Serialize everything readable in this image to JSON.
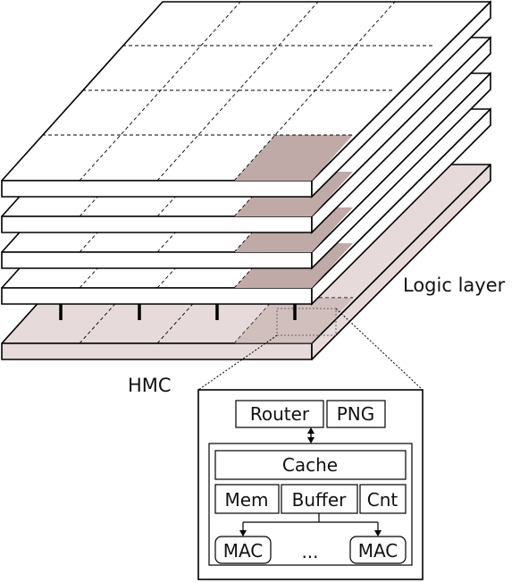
{
  "labels": {
    "logic_layer": "Logic layer",
    "hmc": "HMC"
  },
  "detail": {
    "router": "Router",
    "png": "PNG",
    "cache": "Cache",
    "mem": "Mem",
    "buffer": "Buffer",
    "cnt": "Cnt",
    "mac_left": "MAC",
    "ellipsis": "...",
    "mac_right": "MAC"
  },
  "colors": {
    "logic_fill": "#e6dada",
    "highlight_tile": "#bfaaa8",
    "outline": "#000000"
  }
}
